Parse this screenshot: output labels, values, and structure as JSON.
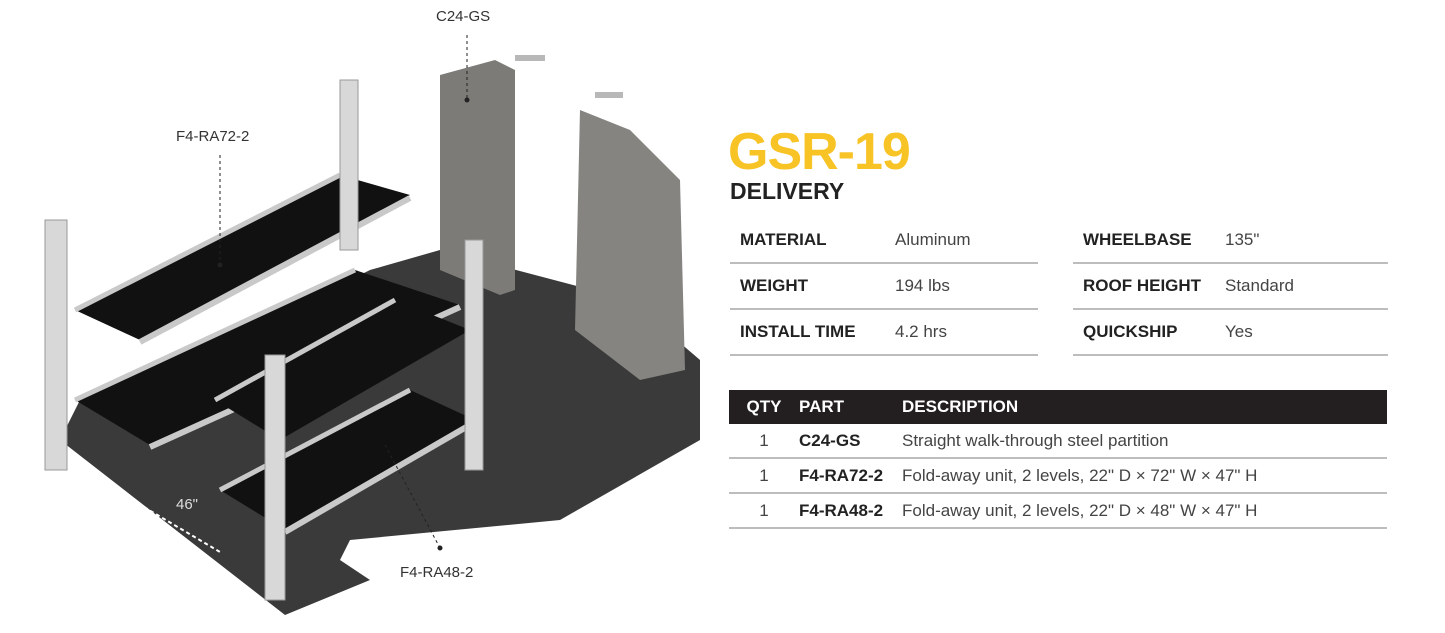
{
  "product": {
    "code": "GSR-19",
    "category": "DELIVERY",
    "accent_color": "#f7c325"
  },
  "callouts": {
    "partition": "C24-GS",
    "upper_unit": "F4-RA72-2",
    "lower_unit": "F4-RA48-2",
    "dimension": "46\""
  },
  "specs": [
    {
      "label": "MATERIAL",
      "value": "Aluminum"
    },
    {
      "label": "WEIGHT",
      "value": "194 lbs"
    },
    {
      "label": "INSTALL TIME",
      "value": "4.2 hrs"
    },
    {
      "label": "WHEELBASE",
      "value": "135\""
    },
    {
      "label": "ROOF HEIGHT",
      "value": "Standard"
    },
    {
      "label": "QUICKSHIP",
      "value": "Yes"
    }
  ],
  "parts_table": {
    "headers": {
      "qty": "QTY",
      "part": "PART",
      "description": "DESCRIPTION"
    },
    "rows": [
      {
        "qty": "1",
        "part": "C24-GS",
        "description": "Straight walk-through steel partition"
      },
      {
        "qty": "1",
        "part": "F4-RA72-2",
        "description": "Fold-away unit, 2 levels, 22\" D × 72\" W × 47\" H"
      },
      {
        "qty": "1",
        "part": "F4-RA48-2",
        "description": "Fold-away unit, 2 levels, 22\" D × 48\" W × 47\" H"
      }
    ]
  }
}
